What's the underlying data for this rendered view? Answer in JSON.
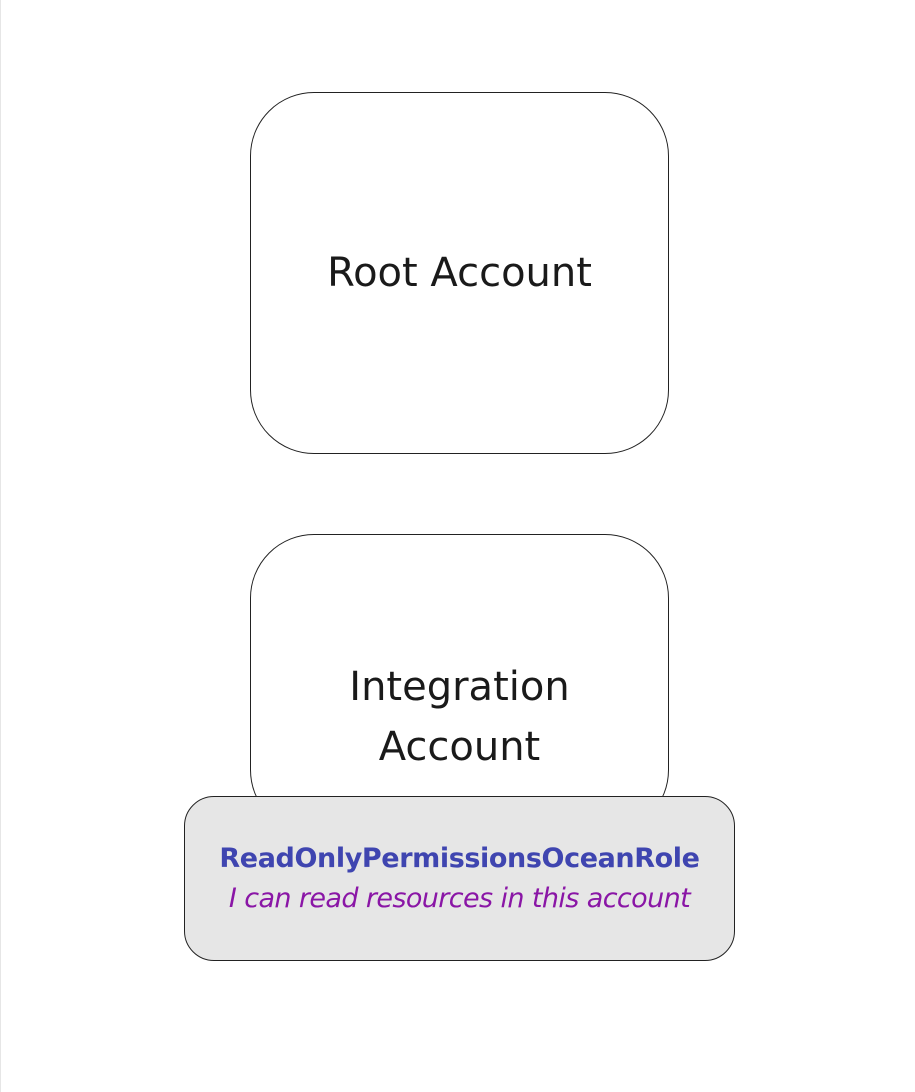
{
  "diagram": {
    "root_account": {
      "label": "Root Account"
    },
    "integration_account": {
      "label_line1": "Integration",
      "label_line2": "Account"
    },
    "role": {
      "name": "ReadOnlyPermissionsOceanRole",
      "description": "I can read resources in this account"
    }
  },
  "colors": {
    "role_name": "#3f45b0",
    "role_description": "#8a16a6",
    "role_background": "#e6e6e6",
    "box_border": "#222222"
  }
}
